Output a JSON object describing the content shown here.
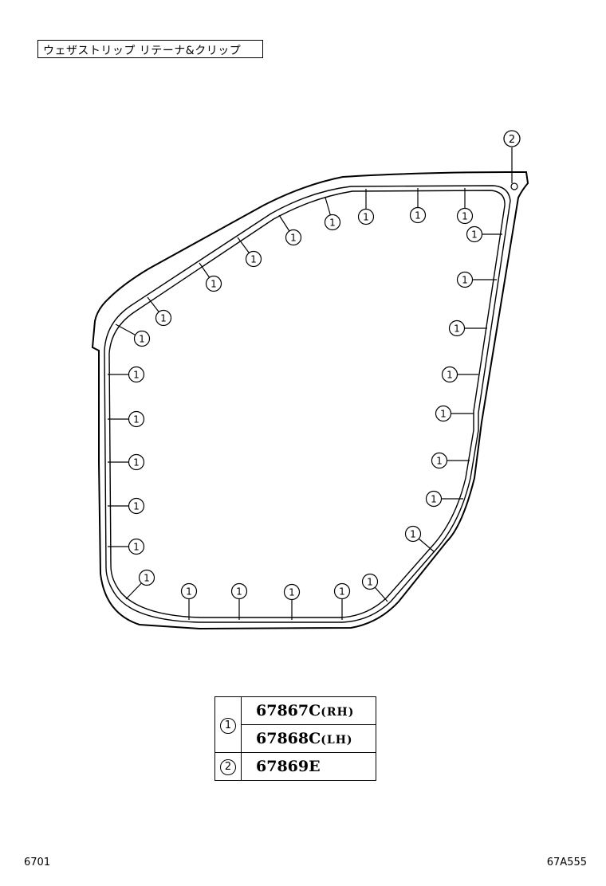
{
  "title": "ウェザストリップ リテーナ&クリップ",
  "callout_labels": {
    "clip": "1",
    "item2": "2"
  },
  "parts_table": {
    "rows": [
      {
        "index": "1",
        "part_number": "67867C",
        "suffix": "(RH)"
      },
      {
        "index": "",
        "part_number": "67868C",
        "suffix": "(LH)"
      },
      {
        "index": "2",
        "part_number": "67869E",
        "suffix": ""
      }
    ]
  },
  "footer": {
    "page_code": "6701",
    "drawing_code": "67A555"
  }
}
